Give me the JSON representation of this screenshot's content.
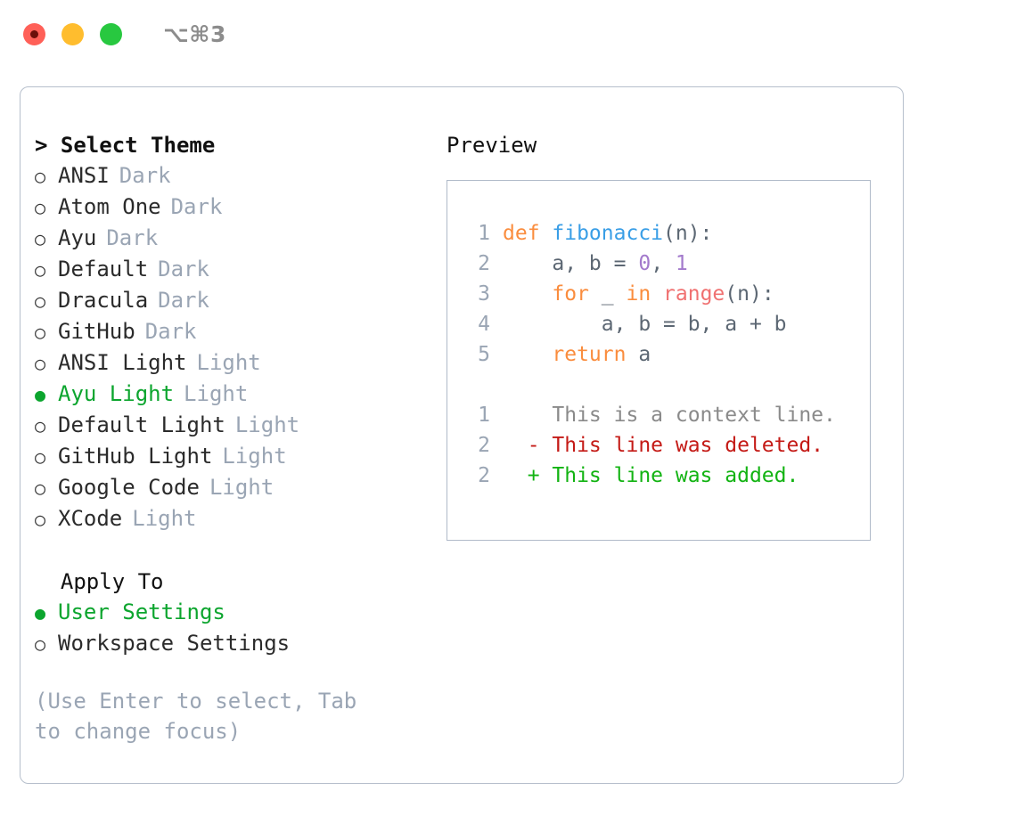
{
  "titlebar": {
    "shortcut": "⌥⌘3",
    "buttons": [
      "close",
      "minimize",
      "maximize"
    ]
  },
  "theme_panel": {
    "header": "> Select Theme",
    "focused": true,
    "options": [
      {
        "bullet": "○",
        "label": "ANSI",
        "tag": "Dark",
        "selected": false
      },
      {
        "bullet": "○",
        "label": "Atom One",
        "tag": "Dark",
        "selected": false
      },
      {
        "bullet": "○",
        "label": "Ayu",
        "tag": "Dark",
        "selected": false
      },
      {
        "bullet": "○",
        "label": "Default",
        "tag": "Dark",
        "selected": false
      },
      {
        "bullet": "○",
        "label": "Dracula",
        "tag": "Dark",
        "selected": false
      },
      {
        "bullet": "○",
        "label": "GitHub",
        "tag": "Dark",
        "selected": false
      },
      {
        "bullet": "○",
        "label": "ANSI Light",
        "tag": "Light",
        "selected": false
      },
      {
        "bullet": "●",
        "label": "Ayu Light",
        "tag": "Light",
        "selected": true
      },
      {
        "bullet": "○",
        "label": "Default Light",
        "tag": "Light",
        "selected": false
      },
      {
        "bullet": "○",
        "label": "GitHub Light",
        "tag": "Light",
        "selected": false
      },
      {
        "bullet": "○",
        "label": "Google Code",
        "tag": "Light",
        "selected": false
      },
      {
        "bullet": "○",
        "label": "XCode",
        "tag": "Light",
        "selected": false
      }
    ]
  },
  "apply_panel": {
    "header": "  Apply To",
    "focused": false,
    "options": [
      {
        "bullet": "●",
        "label": "User Settings",
        "selected": true
      },
      {
        "bullet": "○",
        "label": "Workspace Settings",
        "selected": false
      }
    ]
  },
  "hint": "(Use Enter to select, Tab to change focus)",
  "preview": {
    "header": "Preview",
    "code_lines": [
      {
        "number": "1",
        "tokens": [
          {
            "text": "def ",
            "kind": "keyword"
          },
          {
            "text": "fibonacci",
            "kind": "function"
          },
          {
            "text": "(n):",
            "kind": "plain"
          }
        ]
      },
      {
        "number": "2",
        "tokens": [
          {
            "text": "    a, b = ",
            "kind": "plain"
          },
          {
            "text": "0",
            "kind": "number"
          },
          {
            "text": ", ",
            "kind": "plain"
          },
          {
            "text": "1",
            "kind": "number"
          }
        ]
      },
      {
        "number": "3",
        "tokens": [
          {
            "text": "    ",
            "kind": "plain"
          },
          {
            "text": "for",
            "kind": "keyword"
          },
          {
            "text": " _ ",
            "kind": "plain"
          },
          {
            "text": "in",
            "kind": "keyword"
          },
          {
            "text": " ",
            "kind": "plain"
          },
          {
            "text": "range",
            "kind": "builtin"
          },
          {
            "text": "(n):",
            "kind": "plain"
          }
        ]
      },
      {
        "number": "4",
        "tokens": [
          {
            "text": "        a, b = b, a + b",
            "kind": "plain"
          }
        ]
      },
      {
        "number": "5",
        "tokens": [
          {
            "text": "    ",
            "kind": "plain"
          },
          {
            "text": "return",
            "kind": "keyword"
          },
          {
            "text": " a",
            "kind": "plain"
          }
        ]
      }
    ],
    "diff_lines": [
      {
        "number": "1",
        "marker": " ",
        "text": " This is a context line.",
        "kind": "context"
      },
      {
        "number": "2",
        "marker": "-",
        "text": " This line was deleted.",
        "kind": "deleted"
      },
      {
        "number": "2",
        "marker": "+",
        "text": " This line was added.",
        "kind": "added"
      }
    ]
  },
  "colors": {
    "keyword": "#fa8d3e",
    "function": "#399ee6",
    "number": "#a37acc",
    "builtin": "#f07171",
    "plain": "#5c6773",
    "selected": "#0ca52e",
    "muted": "#9aa5b4",
    "diff_deleted": "#c41a16",
    "diff_added": "#12b312",
    "border": "#b0bac9"
  }
}
